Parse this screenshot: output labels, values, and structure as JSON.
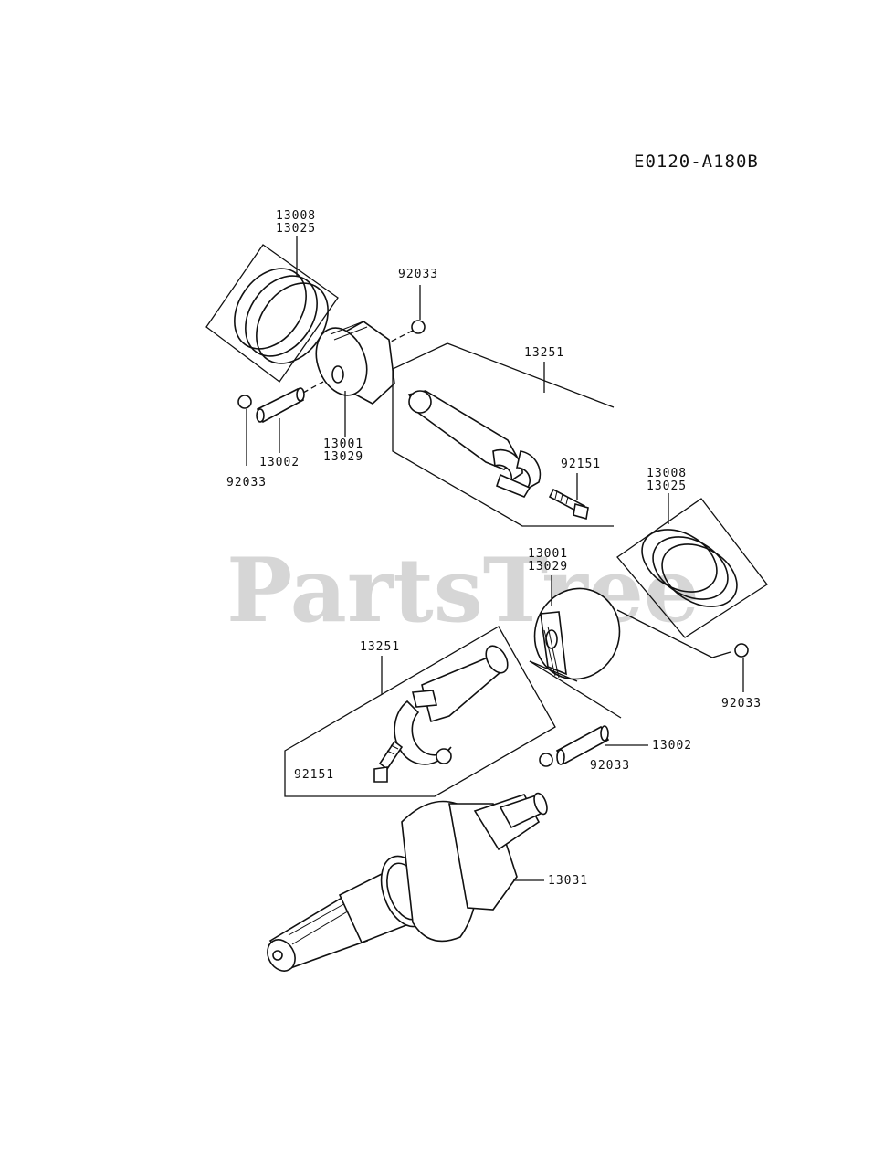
{
  "diagram_ref": "E0120-A180B",
  "watermark": "PartsTree",
  "labels": {
    "rings_top_a": "13008",
    "rings_top_b": "13025",
    "circlip_top": "92033",
    "conrod_top": "13251",
    "piston_top_a": "13001",
    "piston_top_b": "13029",
    "pin_top": "13002",
    "circlip_left": "92033",
    "bolt_top": "92151",
    "rings_right_a": "13008",
    "rings_right_b": "13025",
    "piston_mid_a": "13001",
    "piston_mid_b": "13029",
    "circlip_right": "92033",
    "conrod_bottom": "13251",
    "bolt_bottom": "92151",
    "pin_bottom": "13002",
    "circlip_bottom": "92033",
    "crankshaft": "13031"
  }
}
